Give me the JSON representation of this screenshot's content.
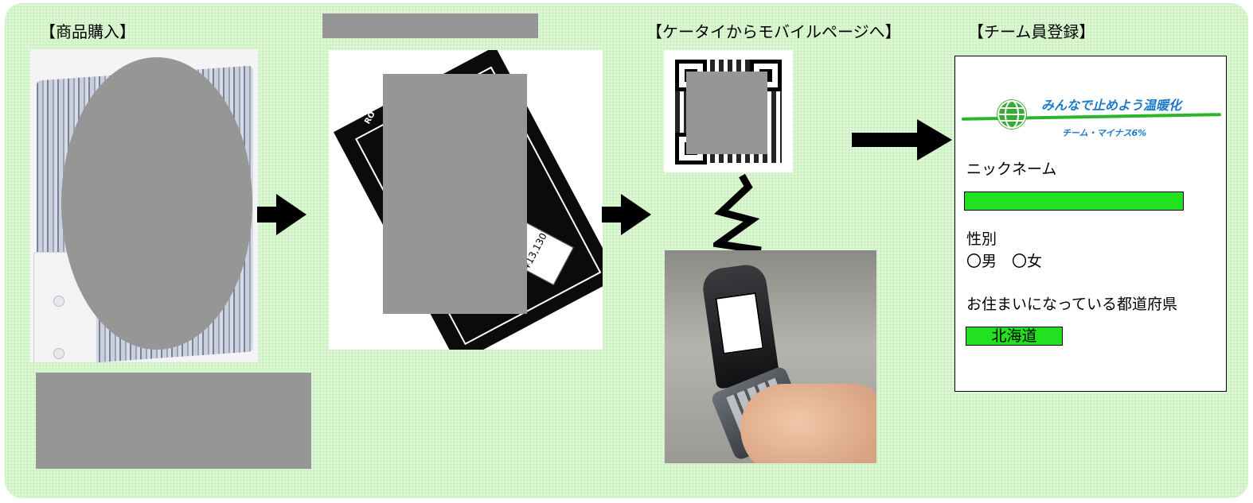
{
  "headings": {
    "purchase": "【商品購入】",
    "mobile": "【ケータイからモバイルページへ】",
    "register": "【チーム員登録】"
  },
  "tag": {
    "price_text": "¥13,130",
    "brand_text": "RO"
  },
  "form": {
    "logo_title": "みんなで止めよう温暖化",
    "logo_subtitle": "チーム・マイナス6%",
    "nickname_label": "ニックネーム",
    "gender_label": "性別",
    "gender_options": "〇男　〇女",
    "prefecture_label": "お住まいになっている都道府県",
    "prefecture_value": "北海道"
  },
  "colors": {
    "panel_bg": "#dcf8d2",
    "field_green": "#21e121",
    "logo_blue": "#1a7ac8",
    "logo_green": "#2bb52b"
  }
}
